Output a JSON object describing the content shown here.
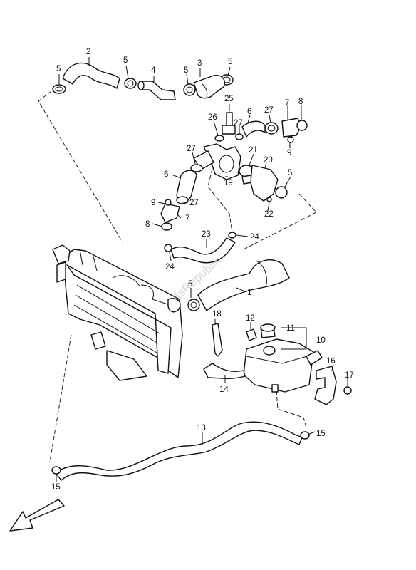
{
  "watermark": "PartsRepublik",
  "callouts": {
    "c1": "1",
    "c2": "2",
    "c3": "3",
    "c4": "4",
    "c5a": "5",
    "c5b": "5",
    "c5c": "5",
    "c5d": "5",
    "c5e": "5",
    "c5f": "5",
    "c6a": "6",
    "c6b": "6",
    "c7a": "7",
    "c7b": "7",
    "c8a": "8",
    "c8b": "8",
    "c9a": "9",
    "c9b": "9",
    "c10": "10",
    "c11": "11",
    "c12": "12",
    "c13": "13",
    "c14": "14",
    "c15a": "15",
    "c15b": "15",
    "c16": "16",
    "c17": "17",
    "c18": "18",
    "c19": "19",
    "c20": "20",
    "c21": "21",
    "c22": "22",
    "c23": "23",
    "c24a": "24",
    "c24b": "24",
    "c25": "25",
    "c26": "26",
    "c27a": "27",
    "c27b": "27",
    "c27c": "27",
    "c27d": "27"
  },
  "icons": {
    "front_arrow": "front-direction-arrow-icon"
  }
}
